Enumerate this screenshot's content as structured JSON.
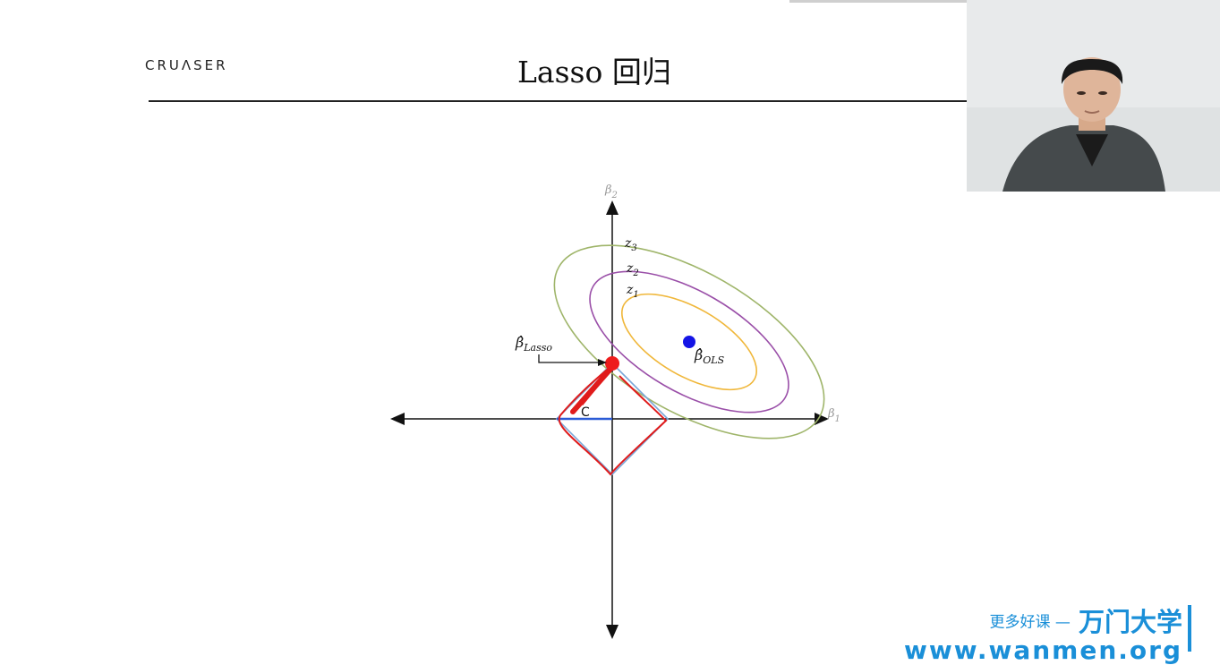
{
  "slide": {
    "logo": "CRUɅSER",
    "title": "Lasso 回归"
  },
  "diagram": {
    "axis_x_label": "β",
    "axis_x_sub": "1",
    "axis_y_label": "β",
    "axis_y_sub": "2",
    "contours": [
      {
        "label": "z",
        "sub": "3",
        "color": "#9fb56a"
      },
      {
        "label": "z",
        "sub": "2",
        "color": "#9a4fa8"
      },
      {
        "label": "z",
        "sub": "1",
        "color": "#f0b73a"
      }
    ],
    "ols_label": "β̂",
    "ols_sub": "OLS",
    "lasso_label": "β̂",
    "lasso_sub": "Lasso",
    "constraint_label": "C",
    "colors": {
      "ols_point": "#1414e6",
      "lasso_point": "#ee1c1c",
      "annotation": "#e01b1b",
      "constraint": "#7aa7d8",
      "radius_line": "#2a5bd6"
    }
  },
  "watermark": {
    "tagline": "更多好课 —",
    "brand": "万门大学",
    "url": "www.wanmen.org"
  }
}
